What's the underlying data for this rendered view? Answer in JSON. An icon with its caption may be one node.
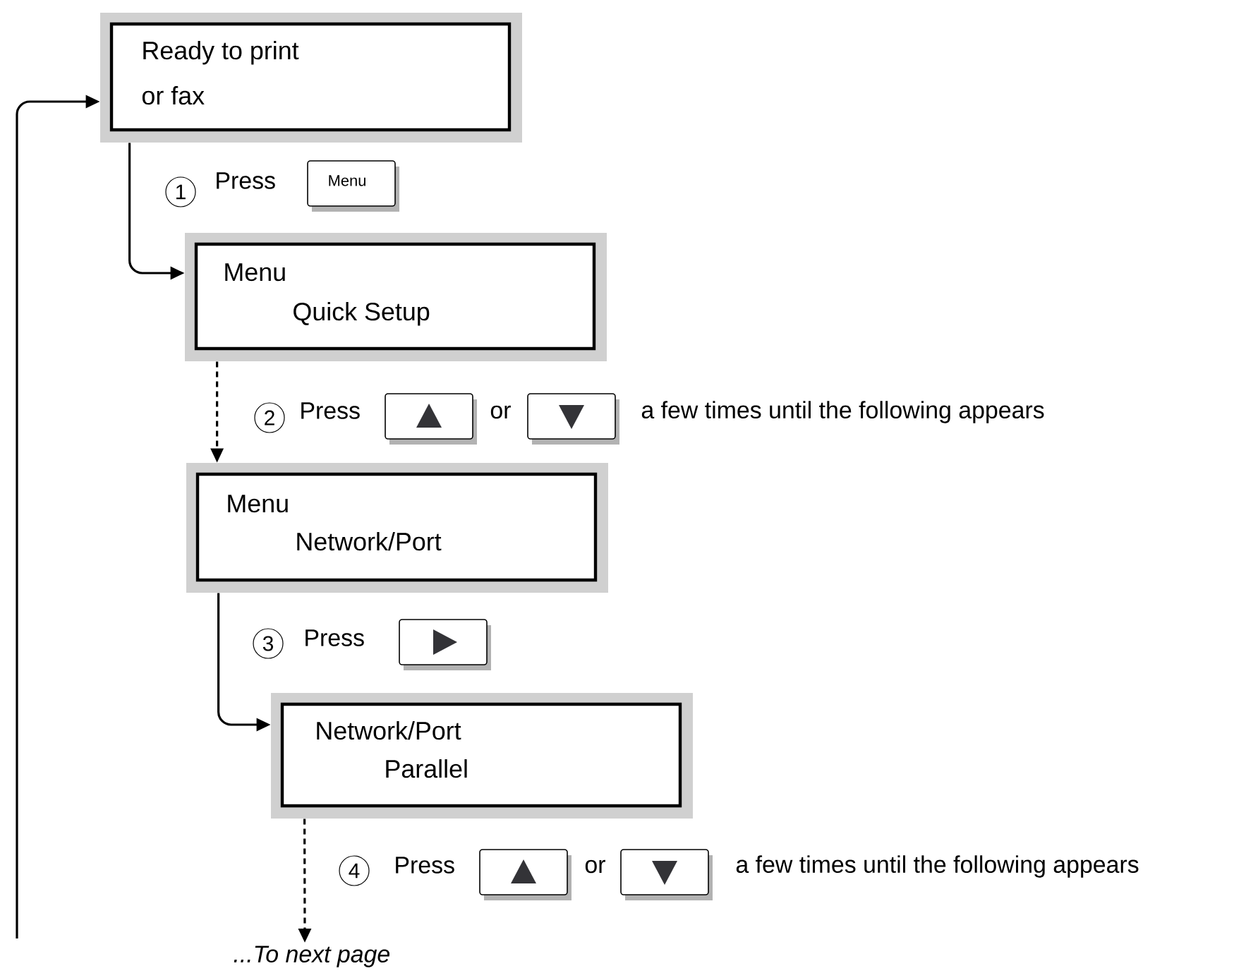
{
  "diagram": {
    "nodes": [
      {
        "text": [
          "Ready to print",
          "or fax"
        ]
      },
      {
        "text": [
          "Menu",
          "Quick Setup"
        ]
      },
      {
        "text": [
          "Menu",
          "Network/Port"
        ]
      },
      {
        "text": [
          "Network/Port",
          "Parallel"
        ]
      },
      {
        "text": [
          "...To next page"
        ]
      }
    ],
    "edges": [
      {
        "from": 0,
        "to": 1,
        "arrow": "to"
      },
      {
        "from": 1,
        "to": 2,
        "arrow": "to",
        "style": "dashed"
      },
      {
        "from": 2,
        "to": 3,
        "arrow": "to"
      },
      {
        "from": 3,
        "to": 4,
        "arrow": "to",
        "style": "dashed"
      },
      {
        "from": null,
        "to": 0,
        "arrow": "to"
      }
    ],
    "labels": [
      "1",
      "Press",
      "Menu",
      "2",
      "Press",
      "or",
      "a few times until the following appears",
      "3",
      "Press",
      "4",
      "Press",
      "or",
      "a few times until the following appears"
    ]
  }
}
